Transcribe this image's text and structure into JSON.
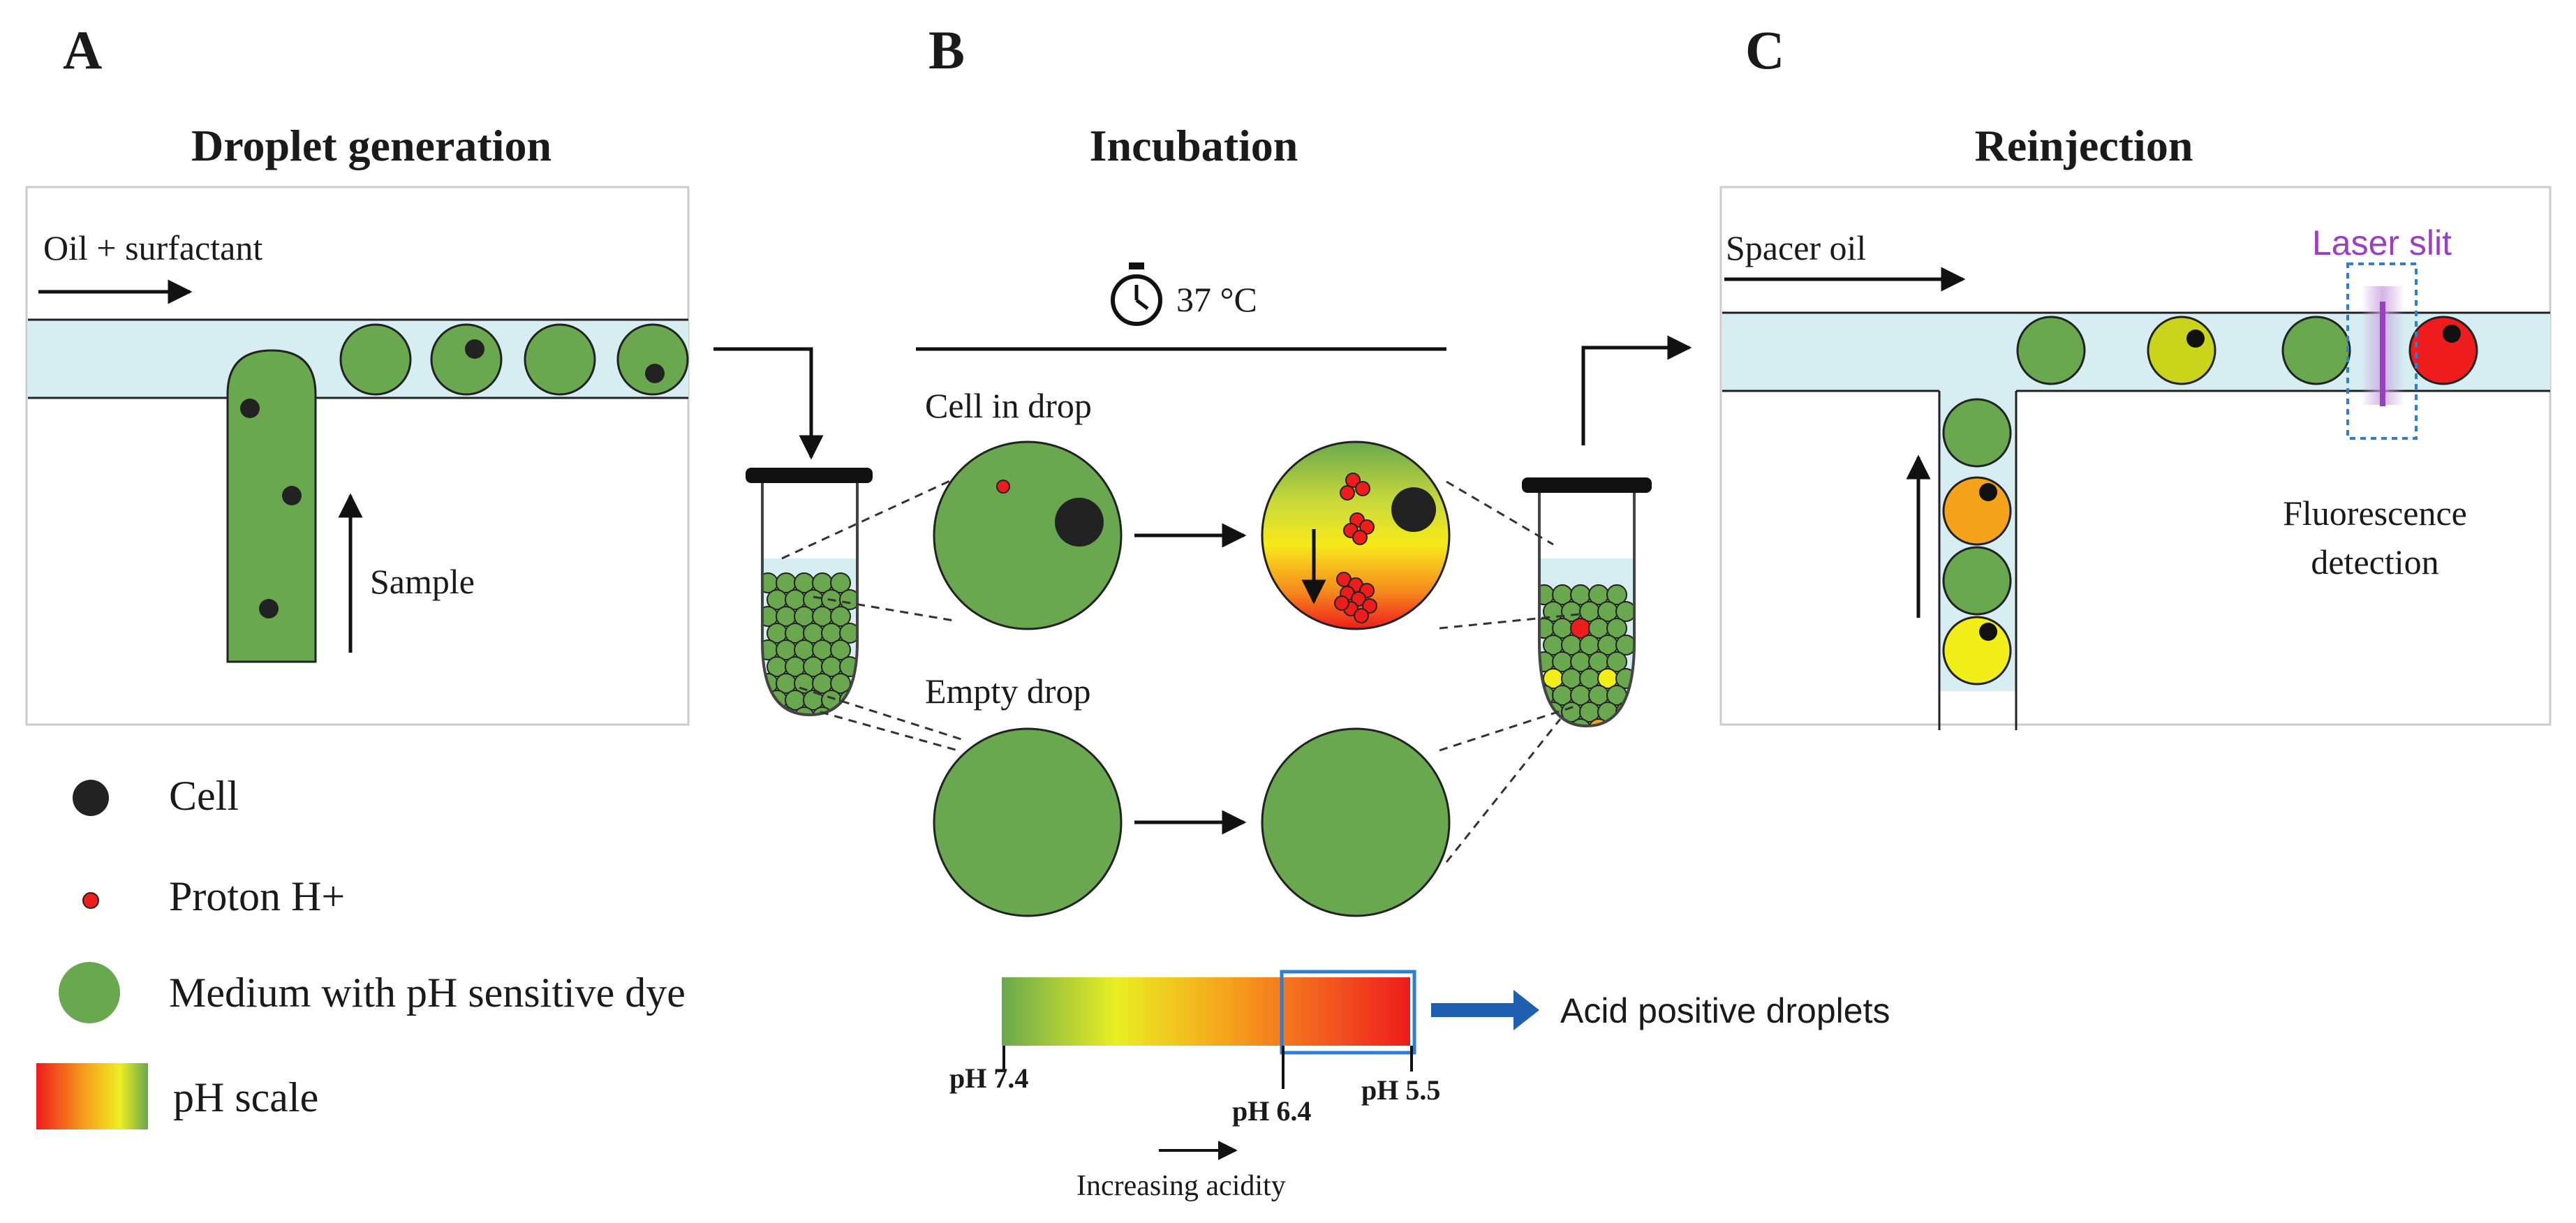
{
  "panels": [
    {
      "letter": "A",
      "title": "Droplet generation"
    },
    {
      "letter": "B",
      "title": "Incubation"
    },
    {
      "letter": "C",
      "title": "Reinjection"
    }
  ],
  "panel_a": {
    "oil_label": "Oil + surfactant",
    "sample_label": "Sample"
  },
  "panel_b": {
    "temperature": "37 °C",
    "cell_in_drop": "Cell in drop",
    "empty_drop": "Empty drop"
  },
  "panel_c": {
    "spacer_oil": "Spacer oil",
    "laser_slit": "Laser slit",
    "detection_line1": "Fluorescence",
    "detection_line2": "detection"
  },
  "legend": {
    "cell": "Cell",
    "proton": "Proton H+",
    "medium": "Medium with pH sensitive dye",
    "ph_scale": "pH scale"
  },
  "ph_bar": {
    "tick_left": "pH 7.4",
    "tick_mid": "pH  6.4",
    "tick_right": "pH 5.5",
    "acid_label": "Acid positive  droplets",
    "acidity_label": "Increasing acidity"
  },
  "colors": {
    "green": "#6aa84f",
    "channel": "#d6eef2",
    "red": "#ee1c1c",
    "yellow": "#f2ee1a",
    "orange": "#f5a31a",
    "laser": "#9b3fc2",
    "selection_box": "#2e7fd1",
    "arrow_blue": "#1f5fb0"
  }
}
